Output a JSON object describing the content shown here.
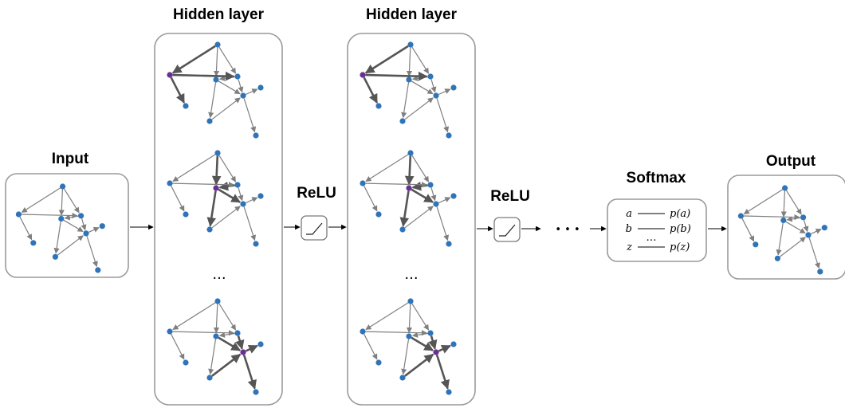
{
  "labels": {
    "input": "Input",
    "hidden1": "Hidden layer",
    "hidden2": "Hidden layer",
    "relu1": "ReLU",
    "relu2": "ReLU",
    "softmax": "Softmax",
    "output": "Output"
  },
  "ellipsis": {
    "hidden1": "...",
    "hidden2": "...",
    "chain": "• • •",
    "softmax": "…"
  },
  "softmax_rows": [
    {
      "in": "a",
      "out": "p(a)"
    },
    {
      "in": "b",
      "out": "p(b)"
    },
    {
      "in": "z",
      "out": "p(z)"
    }
  ],
  "colors": {
    "node": "#2f74b8",
    "highlight_node": "#6a2f95",
    "edge": "#7f7f7f",
    "highlight_edge": "#555555",
    "box_border": "#9a9a9a"
  },
  "graph": {
    "node_count": 9,
    "edges": [
      [
        1,
        0
      ],
      [
        0,
        2
      ],
      [
        1,
        3
      ],
      [
        1,
        4
      ],
      [
        4,
        3
      ],
      [
        3,
        5
      ],
      [
        3,
        6
      ],
      [
        4,
        6
      ],
      [
        6,
        7
      ],
      [
        6,
        8
      ],
      [
        0,
        4
      ],
      [
        5,
        6
      ]
    ]
  },
  "highlights": {
    "hidden1": [
      0,
      4,
      7
    ],
    "hidden2": [
      0,
      4,
      7
    ]
  }
}
